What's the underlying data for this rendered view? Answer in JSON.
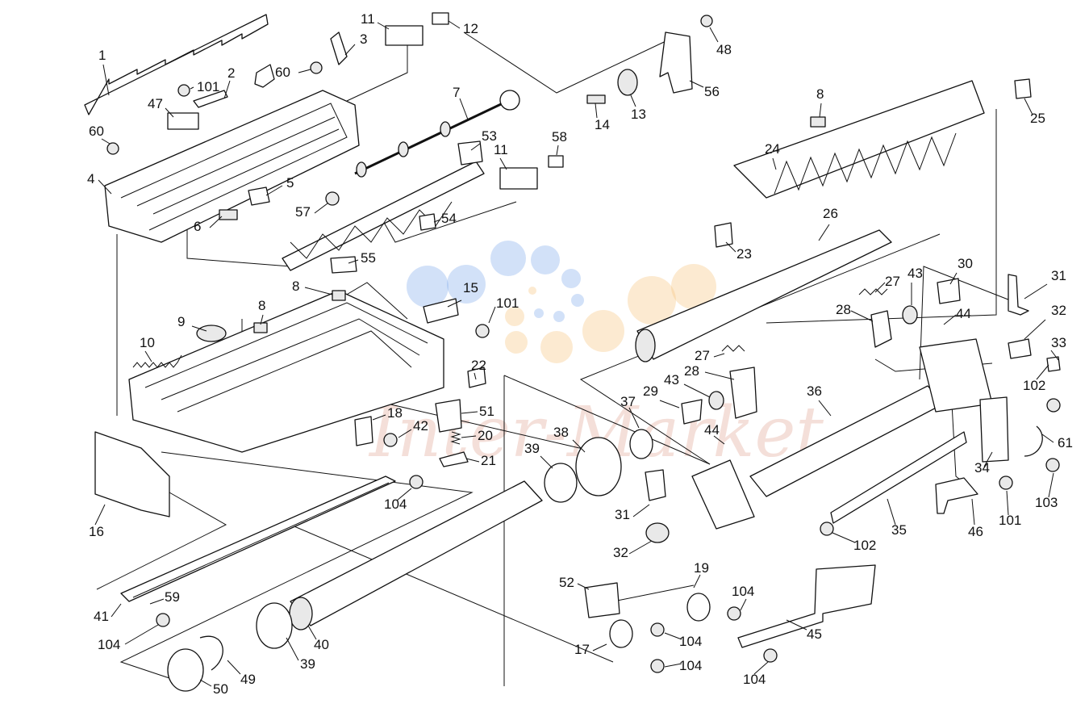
{
  "diagram": {
    "type": "exploded-parts-view",
    "watermark_text": "Inter-Market",
    "colors": {
      "line": "#111111",
      "background": "#ffffff",
      "watermark_blue": "#7fa8ea",
      "watermark_orange": "#f7c47a",
      "watermark_text": "#e7b9ad"
    }
  },
  "callouts": [
    {
      "id": "c1",
      "label": "1"
    },
    {
      "id": "c2",
      "label": "2"
    },
    {
      "id": "c3",
      "label": "3"
    },
    {
      "id": "c4",
      "label": "4"
    },
    {
      "id": "c5",
      "label": "5"
    },
    {
      "id": "c6",
      "label": "6"
    },
    {
      "id": "c7",
      "label": "7"
    },
    {
      "id": "c8a",
      "label": "8"
    },
    {
      "id": "c8b",
      "label": "8"
    },
    {
      "id": "c8c",
      "label": "8"
    },
    {
      "id": "c9",
      "label": "9"
    },
    {
      "id": "c10",
      "label": "10"
    },
    {
      "id": "c11a",
      "label": "11"
    },
    {
      "id": "c11b",
      "label": "11"
    },
    {
      "id": "c12",
      "label": "12"
    },
    {
      "id": "c13",
      "label": "13"
    },
    {
      "id": "c14",
      "label": "14"
    },
    {
      "id": "c15",
      "label": "15"
    },
    {
      "id": "c16",
      "label": "16"
    },
    {
      "id": "c17",
      "label": "17"
    },
    {
      "id": "c18",
      "label": "18"
    },
    {
      "id": "c19",
      "label": "19"
    },
    {
      "id": "c20",
      "label": "20"
    },
    {
      "id": "c21",
      "label": "21"
    },
    {
      "id": "c22",
      "label": "22"
    },
    {
      "id": "c23",
      "label": "23"
    },
    {
      "id": "c24",
      "label": "24"
    },
    {
      "id": "c25",
      "label": "25"
    },
    {
      "id": "c26",
      "label": "26"
    },
    {
      "id": "c27a",
      "label": "27"
    },
    {
      "id": "c27b",
      "label": "27"
    },
    {
      "id": "c28a",
      "label": "28"
    },
    {
      "id": "c28b",
      "label": "28"
    },
    {
      "id": "c29",
      "label": "29"
    },
    {
      "id": "c30",
      "label": "30"
    },
    {
      "id": "c31a",
      "label": "31"
    },
    {
      "id": "c31b",
      "label": "31"
    },
    {
      "id": "c32a",
      "label": "32"
    },
    {
      "id": "c32b",
      "label": "32"
    },
    {
      "id": "c33",
      "label": "33"
    },
    {
      "id": "c34",
      "label": "34"
    },
    {
      "id": "c35",
      "label": "35"
    },
    {
      "id": "c36",
      "label": "36"
    },
    {
      "id": "c37",
      "label": "37"
    },
    {
      "id": "c38",
      "label": "38"
    },
    {
      "id": "c39a",
      "label": "39"
    },
    {
      "id": "c39b",
      "label": "39"
    },
    {
      "id": "c40",
      "label": "40"
    },
    {
      "id": "c41",
      "label": "41"
    },
    {
      "id": "c42",
      "label": "42"
    },
    {
      "id": "c43a",
      "label": "43"
    },
    {
      "id": "c43b",
      "label": "43"
    },
    {
      "id": "c44a",
      "label": "44"
    },
    {
      "id": "c44b",
      "label": "44"
    },
    {
      "id": "c45",
      "label": "45"
    },
    {
      "id": "c46",
      "label": "46"
    },
    {
      "id": "c47",
      "label": "47"
    },
    {
      "id": "c48",
      "label": "48"
    },
    {
      "id": "c49",
      "label": "49"
    },
    {
      "id": "c50",
      "label": "50"
    },
    {
      "id": "c51",
      "label": "51"
    },
    {
      "id": "c52",
      "label": "52"
    },
    {
      "id": "c53",
      "label": "53"
    },
    {
      "id": "c54",
      "label": "54"
    },
    {
      "id": "c55",
      "label": "55"
    },
    {
      "id": "c56",
      "label": "56"
    },
    {
      "id": "c57",
      "label": "57"
    },
    {
      "id": "c58",
      "label": "58"
    },
    {
      "id": "c59",
      "label": "59"
    },
    {
      "id": "c60a",
      "label": "60"
    },
    {
      "id": "c60b",
      "label": "60"
    },
    {
      "id": "c61",
      "label": "61"
    },
    {
      "id": "c101a",
      "label": "101"
    },
    {
      "id": "c101b",
      "label": "101"
    },
    {
      "id": "c101c",
      "label": "101"
    },
    {
      "id": "c102a",
      "label": "102"
    },
    {
      "id": "c102b",
      "label": "102"
    },
    {
      "id": "c103",
      "label": "103"
    },
    {
      "id": "c104a",
      "label": "104"
    },
    {
      "id": "c104b",
      "label": "104"
    },
    {
      "id": "c104c",
      "label": "104"
    },
    {
      "id": "c104d",
      "label": "104"
    },
    {
      "id": "c104e",
      "label": "104"
    },
    {
      "id": "c104f",
      "label": "104"
    }
  ]
}
